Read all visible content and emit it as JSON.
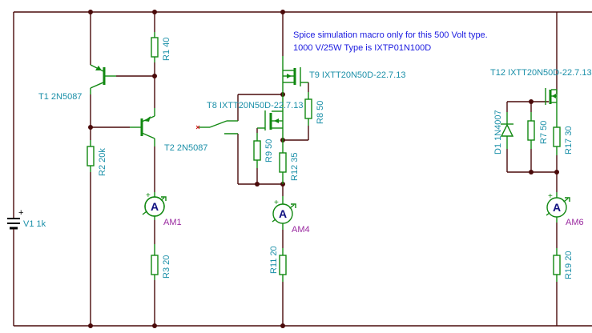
{
  "note": {
    "line1": "Spice simulation macro only for this 500 Volt type.",
    "line2": "1000 V/25W Type is IXTP01N100D"
  },
  "components": {
    "V1": "V1 1k",
    "T1": "T1 2N5087",
    "T2": "T2 2N5087",
    "R1": "R1 40",
    "R2": "R2 20k",
    "R3": "R3 20",
    "AM1": "AM1",
    "T8": "T8 IXTT20N50D-22.7.13",
    "T9": "T9 IXTT20N50D-22.7.13",
    "R8": "R8 50",
    "R9": "R9 50",
    "R12": "R12 35",
    "AM4": "AM4",
    "R11": "R11 20",
    "T12": "T12 IXTT20N50D-22.7.13",
    "D1": "D1 1N4007",
    "R7": "R7 50",
    "R17": "R17 30",
    "AM6": "AM6",
    "R19": "R19 20"
  },
  "symbols": {
    "ammeter_letter": "A",
    "plus_sign": "+"
  },
  "colors": {
    "wire": "#4a0a0a",
    "component": "#118811",
    "label": "#1a8fa8",
    "ammeter_label": "#9a2aa0",
    "note": "#1a1adf"
  }
}
